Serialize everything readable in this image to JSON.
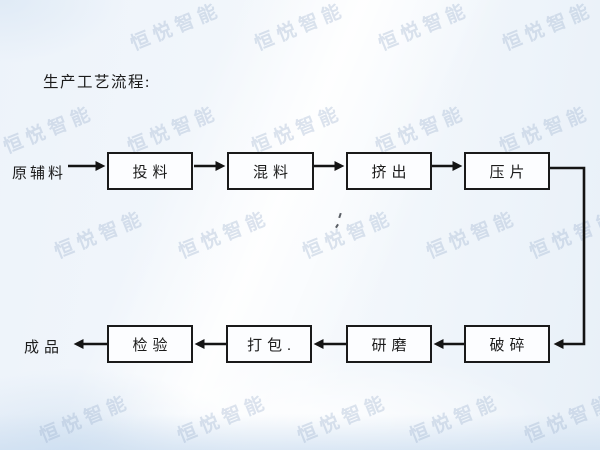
{
  "title": "生产工艺流程:",
  "watermark": {
    "text": "恒悦智能"
  },
  "flow": {
    "start_label": "原辅料",
    "top_row": [
      "投料",
      "混料",
      "挤出",
      "压片"
    ],
    "bottom_row": [
      "破碎",
      "研磨",
      "打包.",
      "检验"
    ],
    "end_label": "成品"
  },
  "colors": {
    "line": "#141414",
    "box_fill": "#fcfdff",
    "background": "#eff4fa",
    "watermark": "#98aecc"
  }
}
